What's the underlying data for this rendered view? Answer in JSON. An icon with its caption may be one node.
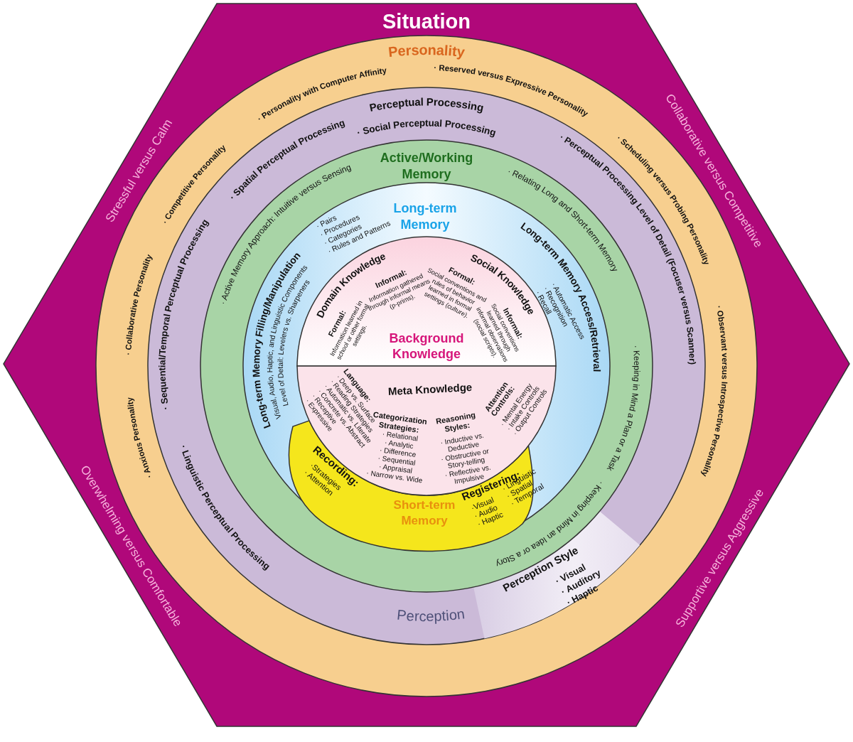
{
  "diagram": {
    "nodes": [
      {
        "text": [
          "Situation",
          "Stressful versus Calm",
          "Collaborative versus Competitive",
          "Overwhelming versus Comfortable",
          "Supportive versus Aggressive"
        ]
      },
      {
        "text": [
          "Personality",
          "· Personality with Computer Affinity",
          "· Reserved versus Expressive Personality",
          "· Scheduling versus Probing Personality",
          "· Observant versus Introspective Personality",
          "· Competitive Personality",
          "· Collaborative Personality",
          "· Anxious Personality"
        ],
        "in": 0
      },
      {
        "text": [
          "Perceptual Processing",
          "· Social Perceptual Processing",
          "· Perceptual Processing Level of Detail (Focuser versus Scanner)",
          "· Spatial Perceptual Processing",
          "· Sequential/Temporal Perceptual Processing",
          "· Linguistic Perceptual Processing",
          "Perception"
        ],
        "in": 1
      },
      {
        "text": [
          "Perception Style",
          "· Visual",
          "· Auditory",
          "· Haptic"
        ],
        "in": 2
      },
      {
        "text": [
          "Active/Working Memory",
          "· Relating Long and Short-term Memory",
          "· Keeping in Mind a Plan or a Task",
          "· Keeping in Mind an Idea or a Story",
          "· Active Memory Approach: Intuitive versus Sensing"
        ],
        "in": 2
      },
      {
        "text": [
          "Long-term Memory",
          "Long-term Memory Filling/Manipulation",
          "Visual, Audio, Haptic, and Linguistic Components",
          "Level of Detail: Levelers vs. Sharpeners",
          "· Pairs",
          "· Procedures",
          "· Categories",
          "· Rules and Patterns",
          "Long-term Memory Access/Retrieval",
          "· Automatic Access",
          "· Recognition",
          "· Recall"
        ],
        "in": 4
      },
      {
        "text": [
          "Recording:",
          "·Strategies",
          "· Attention",
          "Registering:",
          "·Visual",
          "· Audio",
          "· Haptic",
          "· Linguistic",
          "· Spatial",
          "· Temporal",
          "Short-term Memory"
        ],
        "in": 5
      },
      {
        "text": [
          "Domain Knowledge",
          "Informal:",
          "Information gathered through informal means (p-prims).",
          "Formal:",
          "Information learned in school or other formal settings.",
          "Social Knowledge",
          "Formal:",
          "Social conventions and rules of behavior learned in formal settings (culture).",
          "Informal:",
          "Social conventions learned through informal observations (social scripts).",
          "Background Knowledge"
        ],
        "in": 5
      },
      {
        "text": [
          "Meta Knowledge",
          "Language:",
          "· Deep vs. Surface",
          "· Reading Strategies",
          "· Automatic vs. Literate",
          "· Concrete vs. Abstract",
          "· Receptive",
          "· Expressive",
          "Categorization Strategies:",
          "· Relational",
          "· Analytic",
          "· Difference",
          "· Sequential",
          "· Appraisal",
          "· Narrow vs. Wide",
          "Reasoning Styles:",
          "· Inductive vs. Deductive",
          "· Obstructive or Story-telling",
          "· Reflective vs. Impulsive",
          "Attention Controls:",
          "· Mental Energy",
          "· Intake Controls",
          "· Output Controls"
        ],
        "in": 5
      }
    ]
  }
}
